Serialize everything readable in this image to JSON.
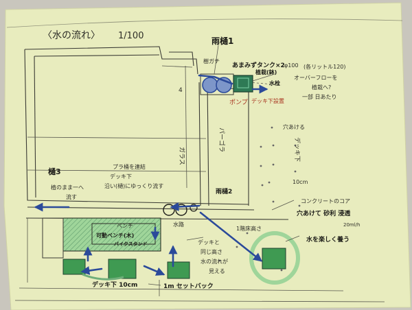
{
  "labels": {
    "title": "〈水の流れ〉",
    "scale": "1/100",
    "rain_barrel_1": "雨樋1",
    "rain_barrel_2": "雨樋2",
    "barrel_3": "樋3",
    "material_label": "樹ガチ",
    "rain_tank": "あまみずタンク×2",
    "pipe_size": "φ100",
    "tank_liters": "(各リットル120)",
    "overflow": "オーバーフローを",
    "planting": "植栽へ?",
    "sunny_note": "一部 日あたり",
    "water_tap": "水栓",
    "pump": "ポンプ",
    "under_deck_install": "デッキ下設置",
    "planting_label": "植栽(鉢)",
    "hole": "穴あける",
    "pergola": "パーゴラ",
    "pergola_num": "4",
    "gray_label": "ガラス",
    "deck_under": "デッキ下",
    "deck_10cm": "10cm",
    "plant_to_flow": "植のまま一へ",
    "flow": "流す",
    "plastic_connect": "プラ桶を連結",
    "deck_under_2": "デッキ下",
    "slow_flow": "沿い(樋)にゆっくり流す",
    "step_label": "ベンチ",
    "bench_text": "可動ベンチ(木)",
    "bench_sub": "バイクスタンド",
    "drainage": "水路",
    "same_height_1": "デッキと",
    "same_height_2": "同じ高さ",
    "water_flow_visible": "水の流れが",
    "visible": "見える",
    "at_height": "1階床高さ",
    "concrete_core": "コンクリートのコア",
    "hole_gravel": "穴あけて 砂利 浸透",
    "permeate_rate": "20ml/h",
    "water_enjoy": "水を楽しく養う",
    "deck_bottom": "デッキ下 10cm",
    "setback": "1m セットバック"
  },
  "colors": {
    "paper": "#e8ecbe",
    "ink": "#3a3a34",
    "flow_arrow": "#2b4a9a",
    "planting_green": "#3f9a52",
    "light_green": "#9fd59a",
    "tank_green": "#2e7a55",
    "hatch_green": "#6fae7a",
    "annotation_red": "#a8331f"
  },
  "icons": {
    "flow_arrow": "arrow-icon",
    "tank": "tank-icon",
    "planter": "planter-icon"
  }
}
